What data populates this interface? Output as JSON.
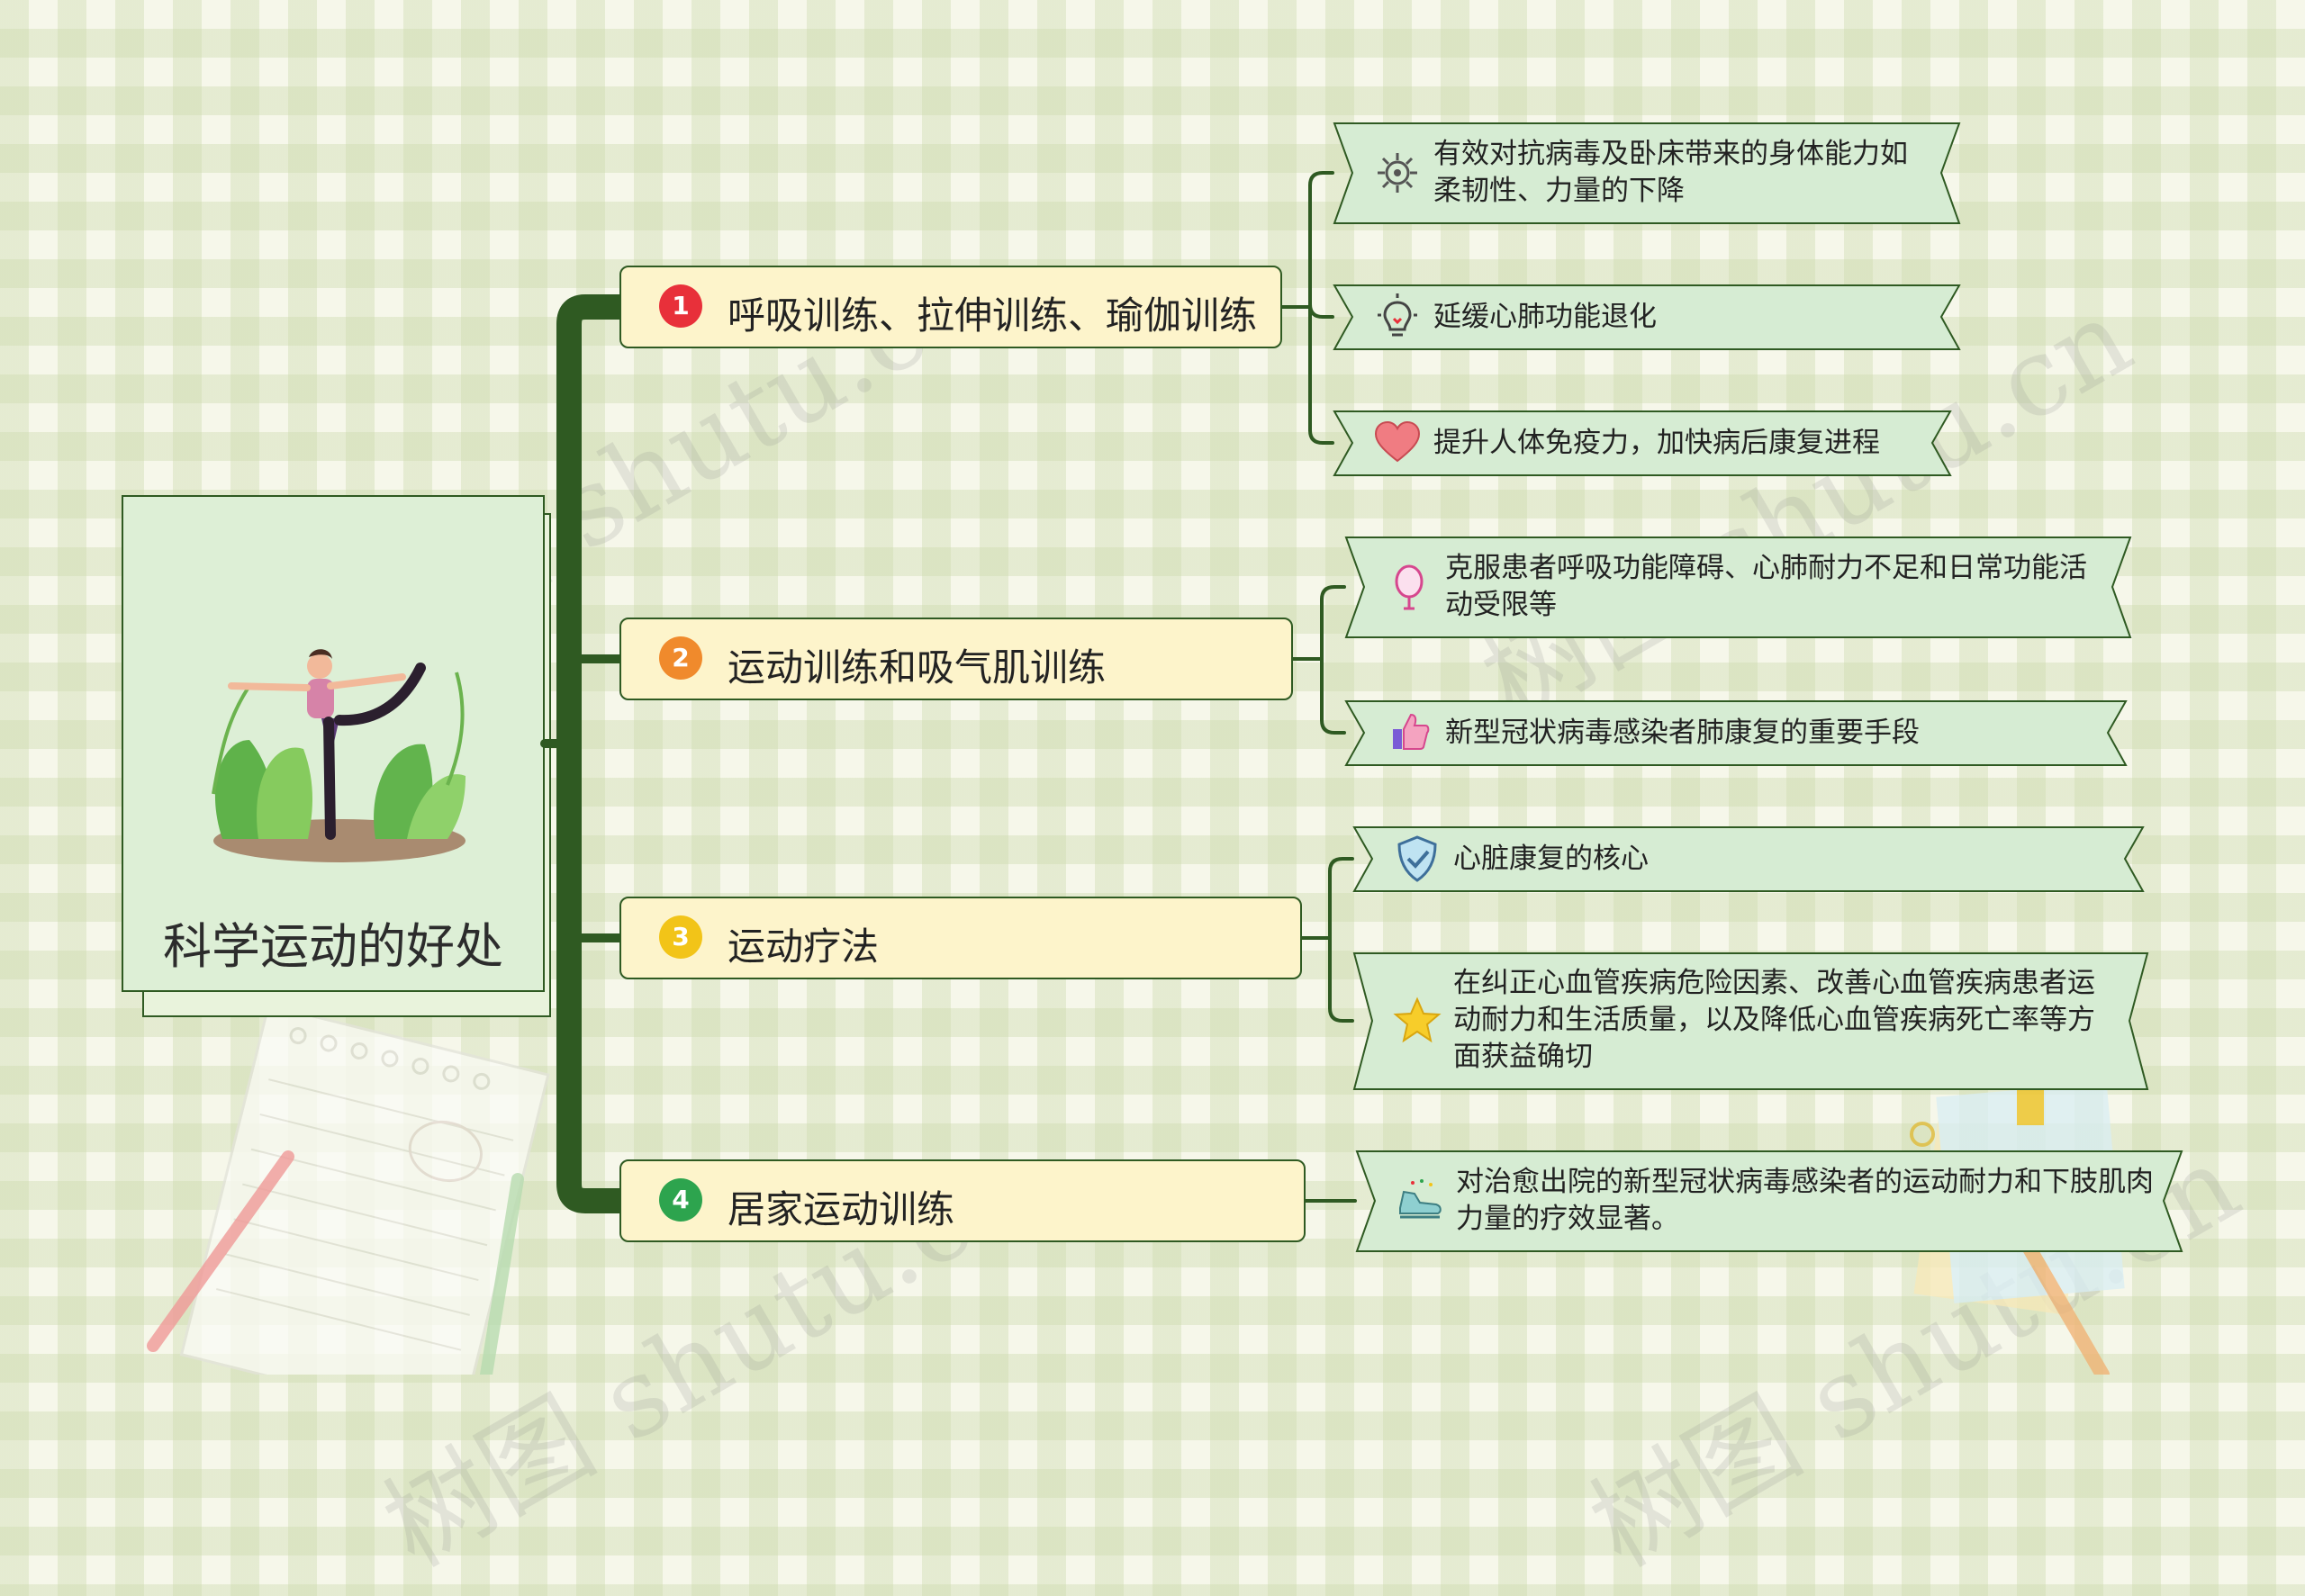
{
  "root": {
    "title": "科学运动的好处"
  },
  "watermark": "树图 shutu.cn",
  "colors": {
    "connector": "#2f5a22",
    "branch_fill": "#fdf4cb",
    "leaf_fill": "#d6ecd3",
    "root_fill": "#ddefd6"
  },
  "branches": [
    {
      "num": "1",
      "label": "呼吸训练、拉伸训练、瑜伽训练",
      "badge_color": "#e8303a",
      "leaves": [
        {
          "icon": "virus-icon",
          "text": "有效对抗病毒及卧床带来的身体能力如柔韧性、力量的下降"
        },
        {
          "icon": "lightbulb-icon",
          "text": "延缓心肺功能退化"
        },
        {
          "icon": "heart-icon",
          "text": "提升人体免疫力，加快病后康复进程"
        }
      ]
    },
    {
      "num": "2",
      "label": "运动训练和吸气肌训练",
      "badge_color": "#f08a2c",
      "leaves": [
        {
          "icon": "balloon-icon",
          "text": "克服患者呼吸功能障碍、心肺耐力不足和日常功能活动受限等"
        },
        {
          "icon": "thumbs-up-icon",
          "text": "新型冠状病毒感染者肺康复的重要手段"
        }
      ]
    },
    {
      "num": "3",
      "label": "运动疗法",
      "badge_color": "#f2c418",
      "leaves": [
        {
          "icon": "shield-check-icon",
          "text": "心脏康复的核心"
        },
        {
          "icon": "star-icon",
          "text": "在纠正心血管疾病危险因素、改善心血管疾病患者运动耐力和生活质量，以及降低心血管疾病死亡率等方面获益确切"
        }
      ]
    },
    {
      "num": "4",
      "label": "居家运动训练",
      "badge_color": "#2da44e",
      "leaves": [
        {
          "icon": "sneaker-icon",
          "text": "对治愈出院的新型冠状病毒感染者的运动耐力和下肢肌肉力量的疗效显著。"
        }
      ]
    }
  ]
}
